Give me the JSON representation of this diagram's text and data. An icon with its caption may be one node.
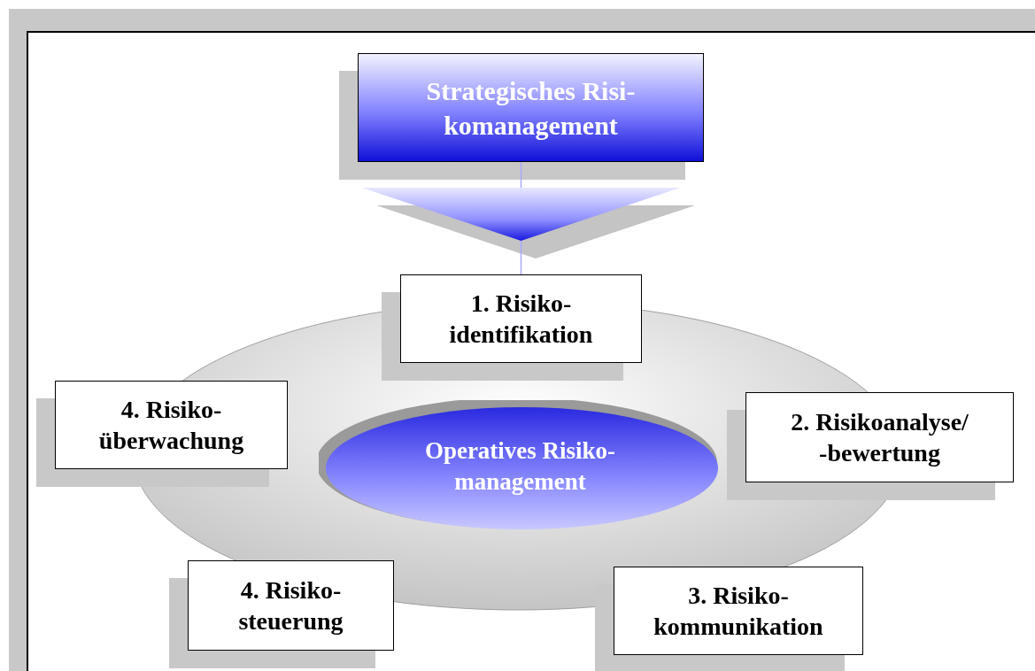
{
  "diagram": {
    "nodes": [
      {
        "text": [
          "Strategisches Risi- komanagement"
        ]
      },
      {
        "text": [
          "Operatives Risiko- management"
        ]
      },
      {
        "text": [
          "1. Risiko- identifikation"
        ]
      },
      {
        "text": [
          "4. Risiko- überwachung"
        ]
      },
      {
        "text": [
          "2. Risikoanalyse/ -bewertung"
        ]
      },
      {
        "text": [
          "4. Risiko- steuerung"
        ]
      },
      {
        "text": [
          "3. Risiko- kommunikation"
        ]
      }
    ],
    "edges": [
      {
        "from": 0,
        "to": 2,
        "arrow": "to"
      }
    ]
  }
}
